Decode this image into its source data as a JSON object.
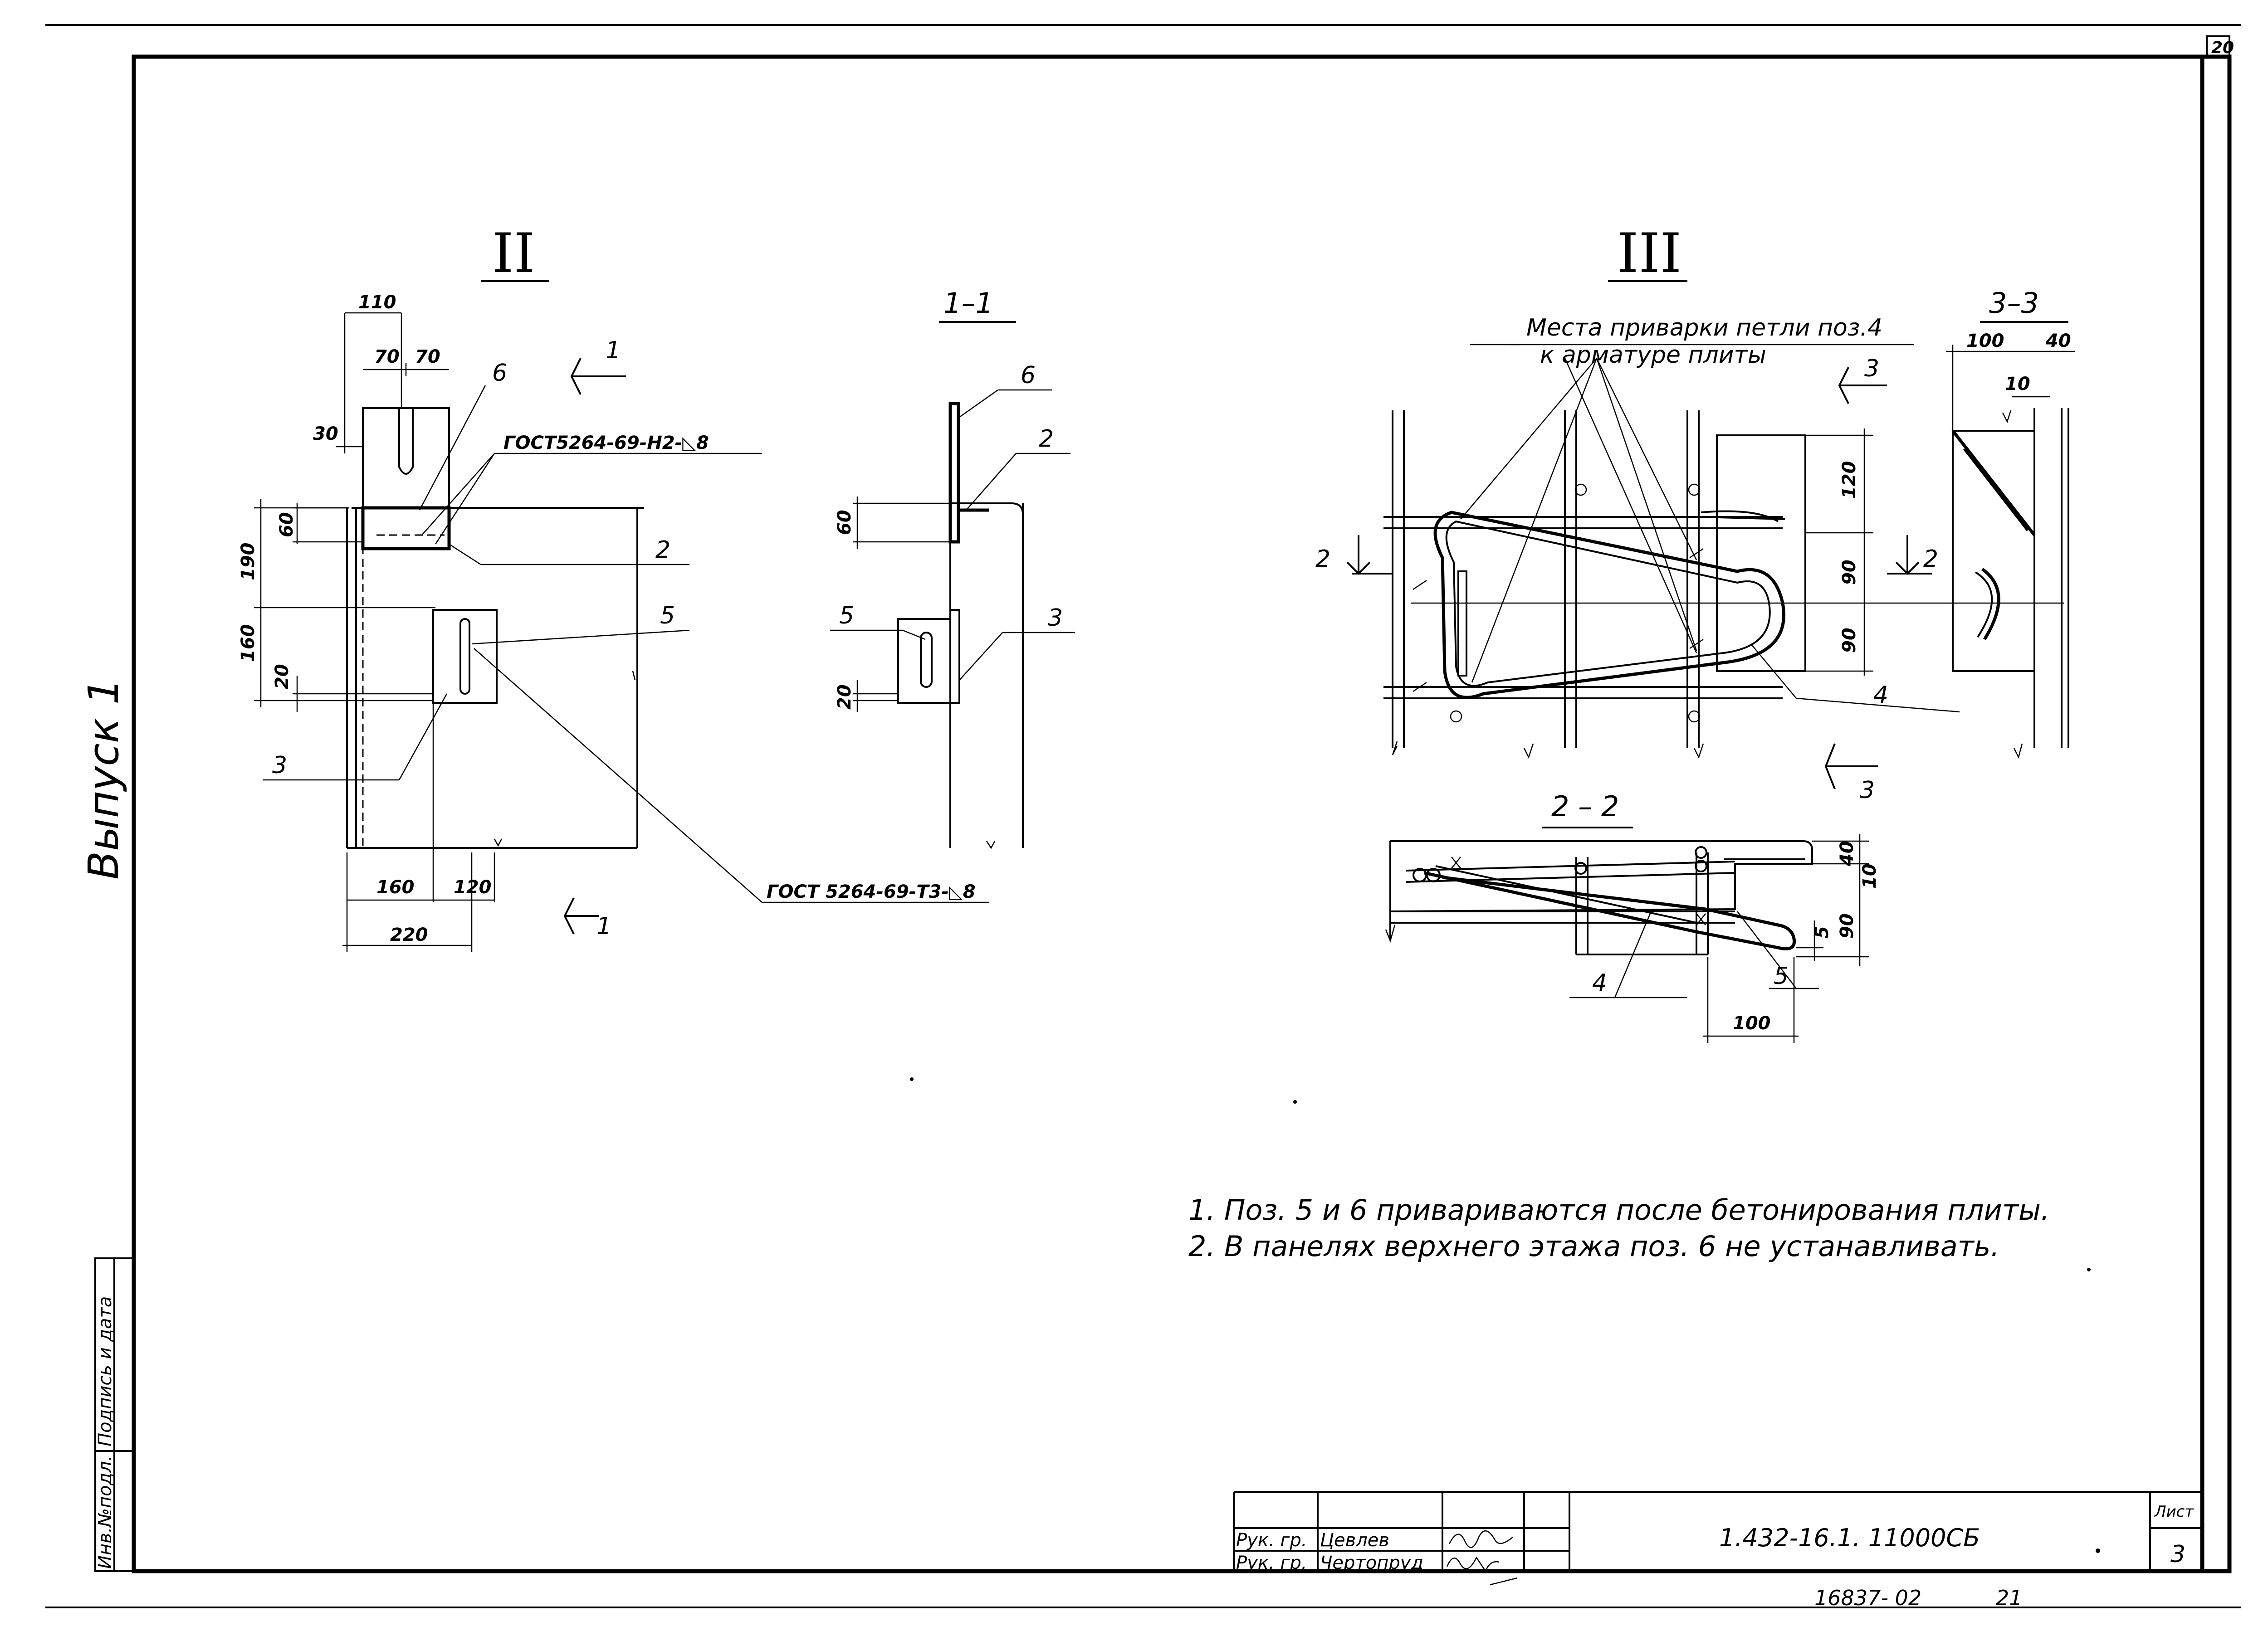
{
  "sheet": {
    "corner_number": "20",
    "side_title": "Выпуск 1",
    "sheet_label": "Лист",
    "sheet_number": "3"
  },
  "side_stamp": {
    "inv_label": "Инв.№подл.",
    "sign_label": "Подпись и дата"
  },
  "title_block": {
    "role_1": "Рук. гр.",
    "name_1": "Цевлев",
    "role_2": "Рук. гр.",
    "name_2": "Чертопруд",
    "designation": "1.432-16.1. 11000СБ",
    "archive_number": "16837- 02",
    "archive_page": "21"
  },
  "view_II": {
    "title": "II",
    "dims": {
      "d110": "110",
      "d70a": "70",
      "d70b": "70",
      "d30": "30",
      "d60": "60",
      "d190": "190",
      "d160v": "160",
      "d20": "20",
      "d160h": "160",
      "d120": "120",
      "d220": "220"
    },
    "labels": {
      "p6": "6",
      "p2": "2",
      "p5": "5",
      "p3": "3"
    },
    "weld_top": "ГОСТ5264-69-Н2-◺8",
    "weld_bottom": "ГОСТ 5264-69-Т3-◺8",
    "cut_top": "1",
    "cut_bottom": "1"
  },
  "view_1_1": {
    "title": "1–1",
    "dims": {
      "d60": "60",
      "d20": "20"
    },
    "labels": {
      "p6": "6",
      "p2": "2",
      "p5": "5",
      "p3": "3"
    }
  },
  "view_III": {
    "title": "III",
    "callout_line1": "Места приварки петли поз.4",
    "callout_line2": "к арматуре плиты",
    "dims": {
      "d120": "120",
      "d90a": "90",
      "d90b": "90"
    },
    "labels": {
      "p4": "4"
    },
    "cut3_top": "3",
    "cut3_bottom": "3",
    "cut2_left": "2",
    "cut2_right": "2"
  },
  "view_3_3": {
    "title": "3–3",
    "dims": {
      "d100": "100",
      "d40": "40",
      "d10": "10"
    }
  },
  "view_2_2": {
    "title": "2 – 2",
    "dims": {
      "d40": "40",
      "d10": "10",
      "d90": "90",
      "d5": "5",
      "d100": "100"
    },
    "labels": {
      "p4": "4",
      "p5": "5"
    }
  },
  "notes": {
    "line1": "1. Поз. 5 и 6  привариваются после бетонирования плиты.",
    "line2": "2. В панелях верхнего этажа поз. 6 не устанавливать."
  }
}
